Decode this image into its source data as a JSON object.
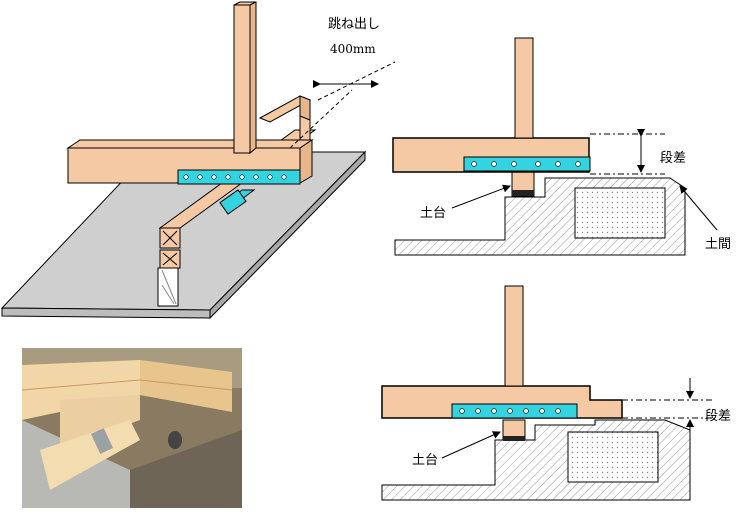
{
  "labels": {
    "cantilever": "跳ね出し",
    "cantilever_length": "400mm",
    "step_top": "段差",
    "sill_top": "土台",
    "doma": "土間",
    "sill_bottom": "土台",
    "step_bottom": "段差"
  },
  "colors": {
    "wood": "#f4c9a3",
    "plate": "#33d3e0",
    "concrete": "#ffffff",
    "slab": "#cfcfcf",
    "outline": "#000000"
  }
}
